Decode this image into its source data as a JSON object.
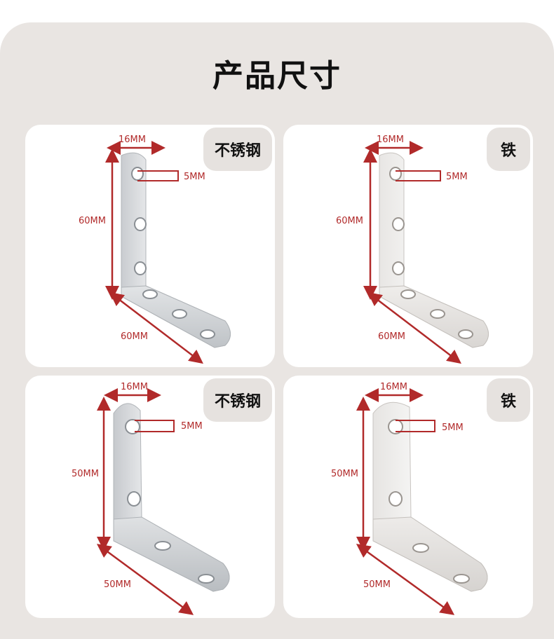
{
  "title": "产品尺寸",
  "cards": [
    {
      "material": "不锈钢",
      "width": "16MM",
      "hole": "5MM",
      "height": "60MM",
      "length": "60MM"
    },
    {
      "material": "铁",
      "width": "16MM",
      "hole": "5MM",
      "height": "60MM",
      "length": "60MM"
    },
    {
      "material": "不锈钢",
      "width": "16MM",
      "hole": "5MM",
      "height": "50MM",
      "length": "50MM"
    },
    {
      "material": "铁",
      "width": "16MM",
      "hole": "5MM",
      "height": "50MM",
      "length": "50MM"
    }
  ],
  "colors": {
    "panel": "#e9e5e2",
    "dimension": "#b12a2a",
    "badge": "#e6e2df"
  }
}
